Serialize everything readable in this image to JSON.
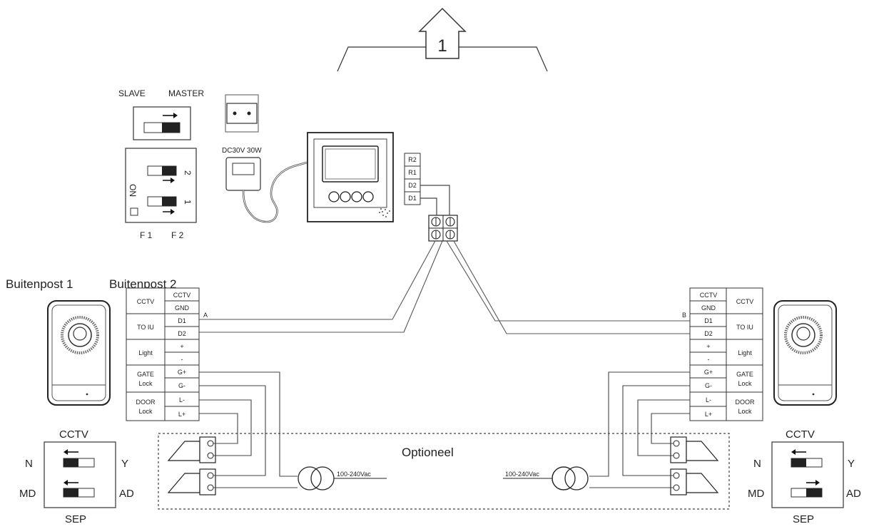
{
  "arrow_number": "1",
  "switches": {
    "slave": "SLAVE",
    "master": "MASTER",
    "on": "ON",
    "dip_1": "1",
    "dip_2": "2",
    "f1": "F 1",
    "f2": "F 2"
  },
  "power_supply": "DC30V 30W",
  "monitor_terminals": [
    "R2",
    "R1",
    "D2",
    "D1"
  ],
  "outdoor_titles": {
    "unit1": "Buitenpost 1",
    "unit2": "Buitenpost 2"
  },
  "terminal_groups": {
    "cctv": "CCTV",
    "to_iu": "TO IU",
    "light": "Light",
    "gate_1": "GATE",
    "gate_2": "Lock",
    "door_1": "DOOR",
    "door_2": "Lock"
  },
  "terminals": [
    "CCTV",
    "GND",
    "D1",
    "D2",
    "+",
    "-",
    "G+",
    "G-",
    "L-",
    "L+"
  ],
  "terminals_right": [
    "CCTV",
    "GND",
    "D1",
    "D2",
    "+",
    "-",
    "G+",
    "G-",
    "L-",
    "L+"
  ],
  "line_labels": {
    "a": "A",
    "b": "B"
  },
  "optional_label": "Optioneel",
  "transformer_label": "100-240Vac",
  "sep": {
    "title": "CCTV",
    "n": "N",
    "y": "Y",
    "md": "MD",
    "ad": "AD",
    "footer": "SEP"
  }
}
